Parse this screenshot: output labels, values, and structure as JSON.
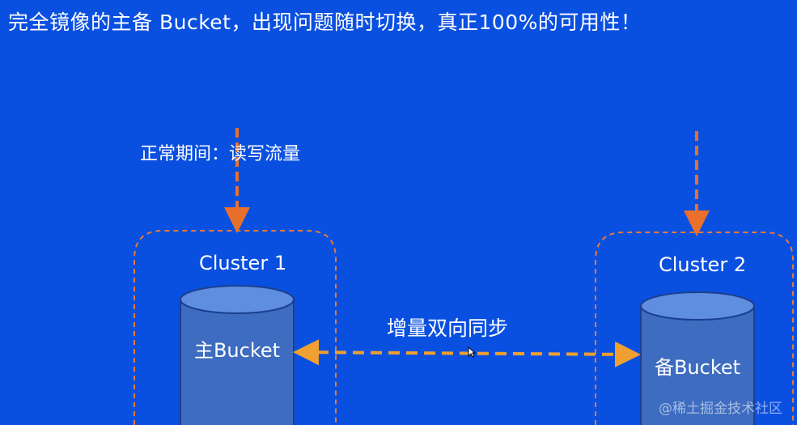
{
  "title": "完全镜像的主备 Bucket，出现问题随时切换，真正100%的可用性！",
  "traffic_label": "正常期间：读写流量",
  "sync_label": "增量双向同步",
  "clusters": [
    {
      "label": "Cluster 1",
      "bucket_label": "主Bucket"
    },
    {
      "label": "Cluster 2",
      "bucket_label": "备Bucket"
    }
  ],
  "watermark": "@稀土掘金技术社区",
  "colors": {
    "background": "#0a50e0",
    "arrow": "#f0a030",
    "traffic_arrow": "#e8702a",
    "cluster_border": "#e87a3a",
    "bucket_body": "#3d6cc0",
    "bucket_top": "#5f8ee0"
  }
}
